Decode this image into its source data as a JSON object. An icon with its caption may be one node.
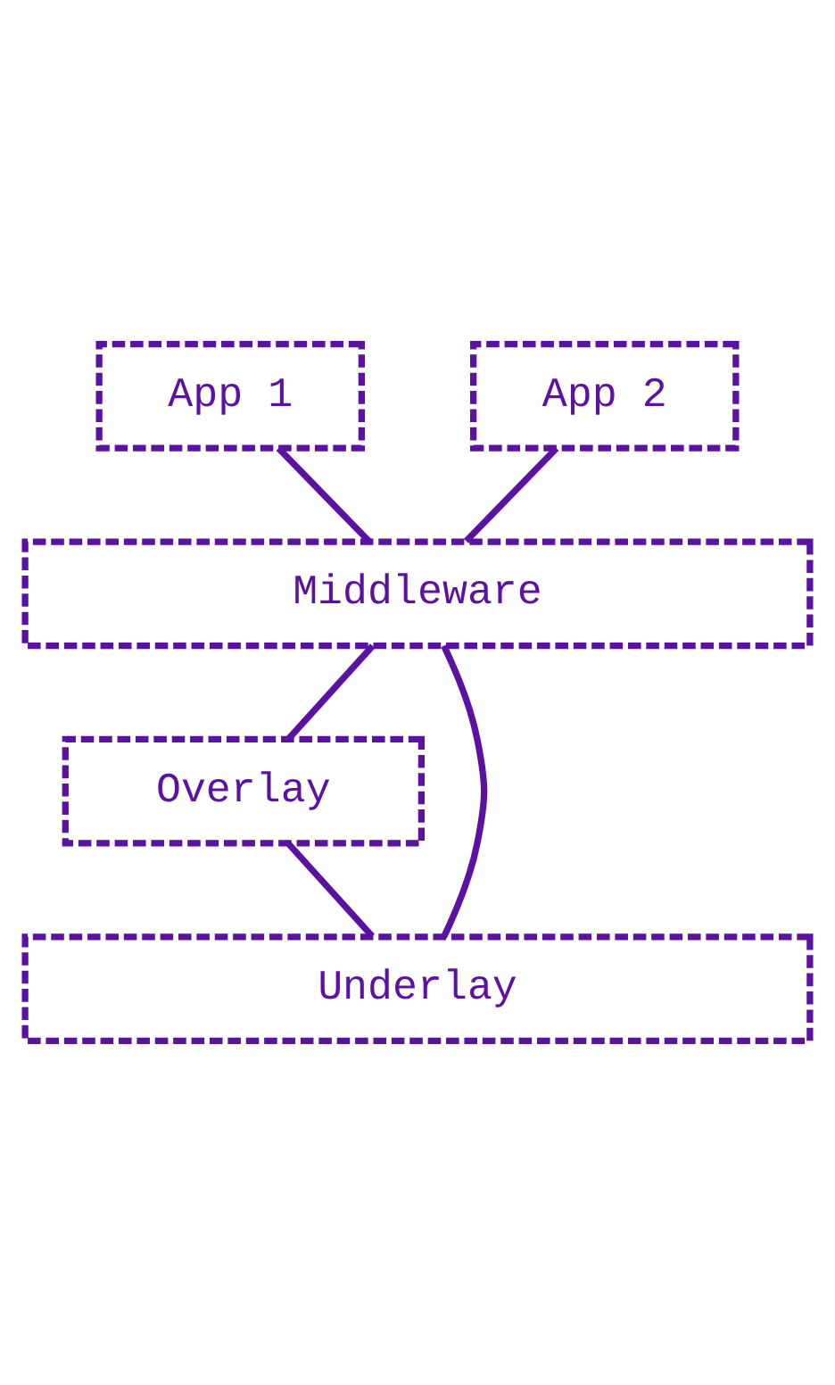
{
  "diagram": {
    "nodes": [
      {
        "text": [
          "App 1"
        ]
      },
      {
        "text": [
          "App 2"
        ]
      },
      {
        "text": [
          "Middleware"
        ]
      },
      {
        "text": [
          "Overlay"
        ]
      },
      {
        "text": [
          "Underlay"
        ]
      }
    ],
    "edges": [
      {
        "from": 0,
        "to": 2,
        "arrow": "none"
      },
      {
        "from": 1,
        "to": 2,
        "arrow": "none"
      },
      {
        "from": 2,
        "to": 3,
        "arrow": "none"
      },
      {
        "from": 2,
        "to": 4,
        "arrow": "none"
      },
      {
        "from": 3,
        "to": 4,
        "arrow": "none"
      }
    ]
  }
}
